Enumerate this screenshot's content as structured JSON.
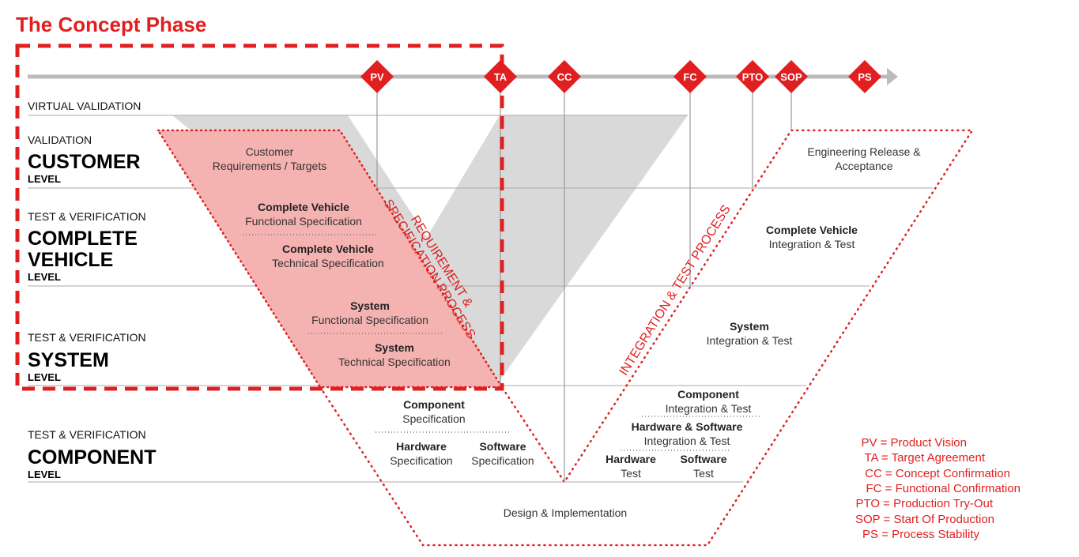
{
  "title": "The Concept Phase",
  "colors": {
    "accent": "#e02020",
    "pink_fill": "#f4b2b0",
    "gray_v": "#d9d9d9",
    "timeline": "#bbbbbb"
  },
  "milestones": [
    "PV",
    "TA",
    "CC",
    "FC",
    "PTO",
    "SOP",
    "PS"
  ],
  "levels": {
    "virtual": "VIRTUAL VALIDATION",
    "customer": {
      "small": "VALIDATION",
      "big": "CUSTOMER",
      "tag": "LEVEL"
    },
    "vehicle": {
      "small": "TEST & VERIFICATION",
      "big1": "COMPLETE",
      "big2": "VEHICLE",
      "tag": "LEVEL"
    },
    "system": {
      "small": "TEST & VERIFICATION",
      "big": "SYSTEM",
      "tag": "LEVEL"
    },
    "component": {
      "small": "TEST & VERIFICATION",
      "big": "COMPONENT",
      "tag": "LEVEL"
    }
  },
  "left": {
    "customer": [
      "Customer",
      "Requirements / Targets"
    ],
    "vehicle_func": [
      "Complete Vehicle",
      "Functional Specification"
    ],
    "vehicle_tech": [
      "Complete Vehicle",
      "Technical Specification"
    ],
    "system_func": [
      "System",
      "Functional Specification"
    ],
    "system_tech": [
      "System",
      "Technical Specification"
    ],
    "component": [
      "Component",
      "Specification"
    ],
    "hardware": [
      "Hardware",
      "Specification"
    ],
    "software": [
      "Software",
      "Specification"
    ]
  },
  "bottom": "Design & Implementation",
  "right": {
    "release": [
      "Engineering Release &",
      "Acceptance"
    ],
    "vehicle": [
      "Complete Vehicle",
      "Integration & Test"
    ],
    "system": [
      "System",
      "Integration & Test"
    ],
    "component": [
      "Component",
      "Integration & Test"
    ],
    "hwsw": [
      "Hardware & Software",
      "Integration & Test"
    ],
    "hardware": [
      "Hardware",
      "Test"
    ],
    "software": [
      "Software",
      "Test"
    ]
  },
  "process": {
    "req1": "REQUIREMENT &",
    "req2": "SPECIFICATION PROCESS",
    "int": "INTEGRATION & TEST PROCESS"
  },
  "legend": [
    "PV = Product Vision",
    "TA = Target Agreement",
    "CC = Concept Confirmation",
    "FC = Functional Confirmation",
    "PTO = Production Try-Out",
    "SOP = Start Of Production",
    "PS = Process Stability"
  ]
}
